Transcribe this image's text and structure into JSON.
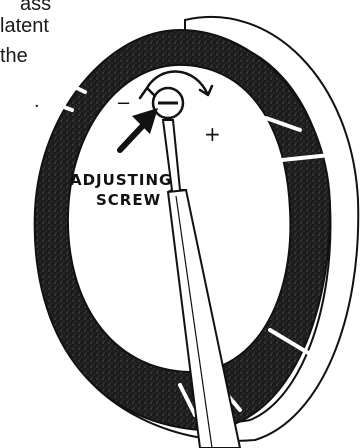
{
  "text_fragments": [
    "ass",
    "latent",
    "the",
    "."
  ],
  "illustration": {
    "label_line1": "ADJUSTING",
    "label_line2": "SCREW",
    "minus_symbol": "−",
    "plus_symbol": "+",
    "colors": {
      "ink": "#111111",
      "paper": "#ffffff",
      "shade": "#1c1c1c"
    }
  }
}
